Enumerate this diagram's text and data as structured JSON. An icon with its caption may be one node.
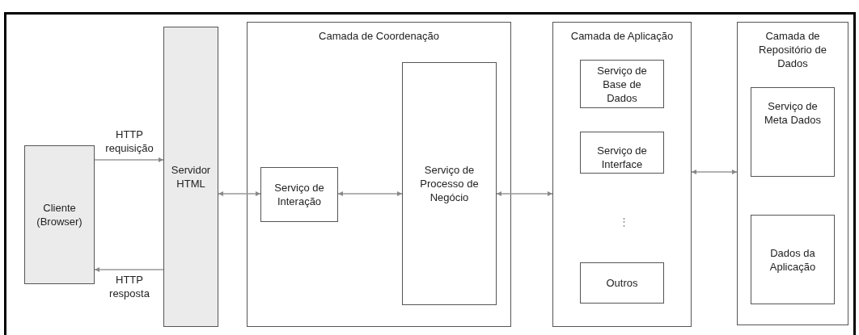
{
  "diagram": {
    "nodes": [
      {
        "text": [
          "Cliente (Browser)"
        ]
      },
      {
        "text": [
          "Servidor HTML"
        ]
      },
      {
        "text": [
          "Camada de Coordenação"
        ]
      },
      {
        "text": [
          "Serviço de Interação"
        ],
        "in": 2
      },
      {
        "text": [
          "Serviço de Processo de Negócio"
        ],
        "in": 2
      },
      {
        "text": [
          "Camada de Aplicação"
        ]
      },
      {
        "text": [
          "Serviço de Base de Dados"
        ],
        "in": 5
      },
      {
        "text": [
          "Serviço de Interface"
        ],
        "in": 5
      },
      {
        "text": [
          "Outros"
        ],
        "in": 5
      },
      {
        "text": [
          "Camada de Repositório de Dados"
        ]
      },
      {
        "text": [
          "Serviço de Meta Dados"
        ],
        "in": 9
      },
      {
        "text": [
          "Dados da Aplicação"
        ],
        "in": 9
      }
    ],
    "edges": [
      {
        "from": 0,
        "to": 1,
        "arrow": "to",
        "label": "HTTP requisição"
      },
      {
        "from": 1,
        "to": 0,
        "arrow": "to",
        "label": "HTTP resposta"
      },
      {
        "from": 1,
        "to": 3,
        "arrow": "both"
      },
      {
        "from": 3,
        "to": 4,
        "arrow": "both"
      },
      {
        "from": 4,
        "to": 5,
        "arrow": "both"
      },
      {
        "from": 5,
        "to": 9,
        "arrow": "both"
      }
    ],
    "labels": [
      "⋮"
    ]
  }
}
